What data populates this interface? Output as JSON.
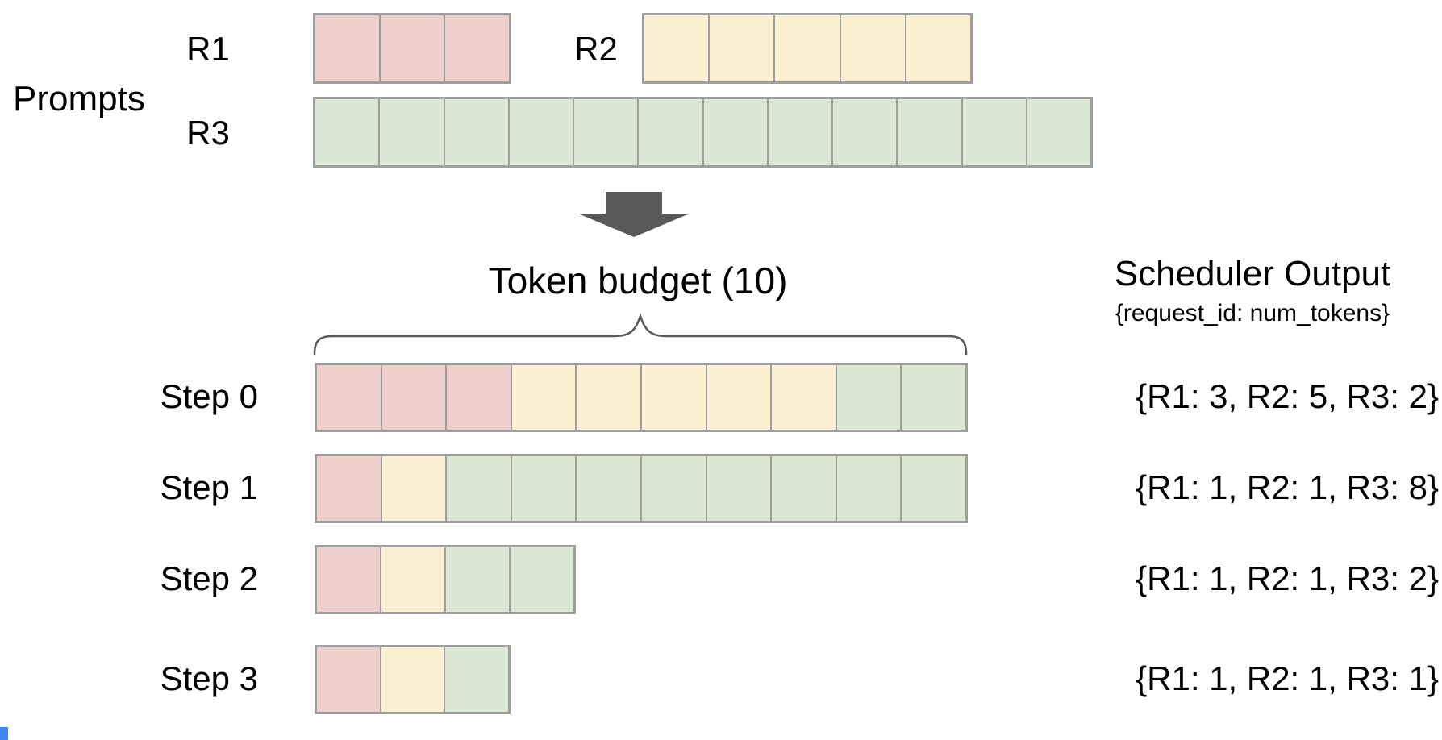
{
  "colors": {
    "r1": "#efcfcc",
    "r2": "#fbf1d2",
    "r3": "#dde8d4",
    "border": "#9e9e9e",
    "arrow": "#595959",
    "brace": "#58595b",
    "text": "#000000",
    "corner_artifact": "#4285f4"
  },
  "prompts": {
    "section_label": "Prompts",
    "rows": [
      {
        "label": "R1",
        "segments": [
          {
            "color": "r1",
            "cells": 3
          }
        ]
      },
      {
        "label": "R2",
        "segments": [
          {
            "color": "r2",
            "cells": 5
          }
        ]
      },
      {
        "label": "R3",
        "segments": [
          {
            "color": "r3",
            "cells": 12
          }
        ]
      }
    ]
  },
  "arrow_icon": "down-arrow",
  "token_budget": {
    "label": "Token budget (10)",
    "value": 10
  },
  "scheduler_output": {
    "title": "Scheduler Output",
    "subtitle": "{request_id: num_tokens}"
  },
  "steps": [
    {
      "label": "Step 0",
      "segments": [
        {
          "color": "r1",
          "cells": 3
        },
        {
          "color": "r2",
          "cells": 5
        },
        {
          "color": "r3",
          "cells": 2
        }
      ],
      "allocation": {
        "R1": 3,
        "R2": 5,
        "R3": 2
      },
      "output": "{R1: 3, R2: 5, R3: 2}"
    },
    {
      "label": "Step 1",
      "segments": [
        {
          "color": "r1",
          "cells": 1
        },
        {
          "color": "r2",
          "cells": 1
        },
        {
          "color": "r3",
          "cells": 8
        }
      ],
      "allocation": {
        "R1": 1,
        "R2": 1,
        "R3": 8
      },
      "output": "{R1: 1, R2: 1, R3: 8}"
    },
    {
      "label": "Step 2",
      "segments": [
        {
          "color": "r1",
          "cells": 1
        },
        {
          "color": "r2",
          "cells": 1
        },
        {
          "color": "r3",
          "cells": 2
        }
      ],
      "allocation": {
        "R1": 1,
        "R2": 1,
        "R3": 2
      },
      "output": "{R1: 1, R2: 1, R3: 2}"
    },
    {
      "label": "Step 3",
      "segments": [
        {
          "color": "r1",
          "cells": 1
        },
        {
          "color": "r2",
          "cells": 1
        },
        {
          "color": "r3",
          "cells": 1
        }
      ],
      "allocation": {
        "R1": 1,
        "R2": 1,
        "R3": 1
      },
      "output": "{R1: 1, R2: 1, R3: 1}"
    }
  ]
}
